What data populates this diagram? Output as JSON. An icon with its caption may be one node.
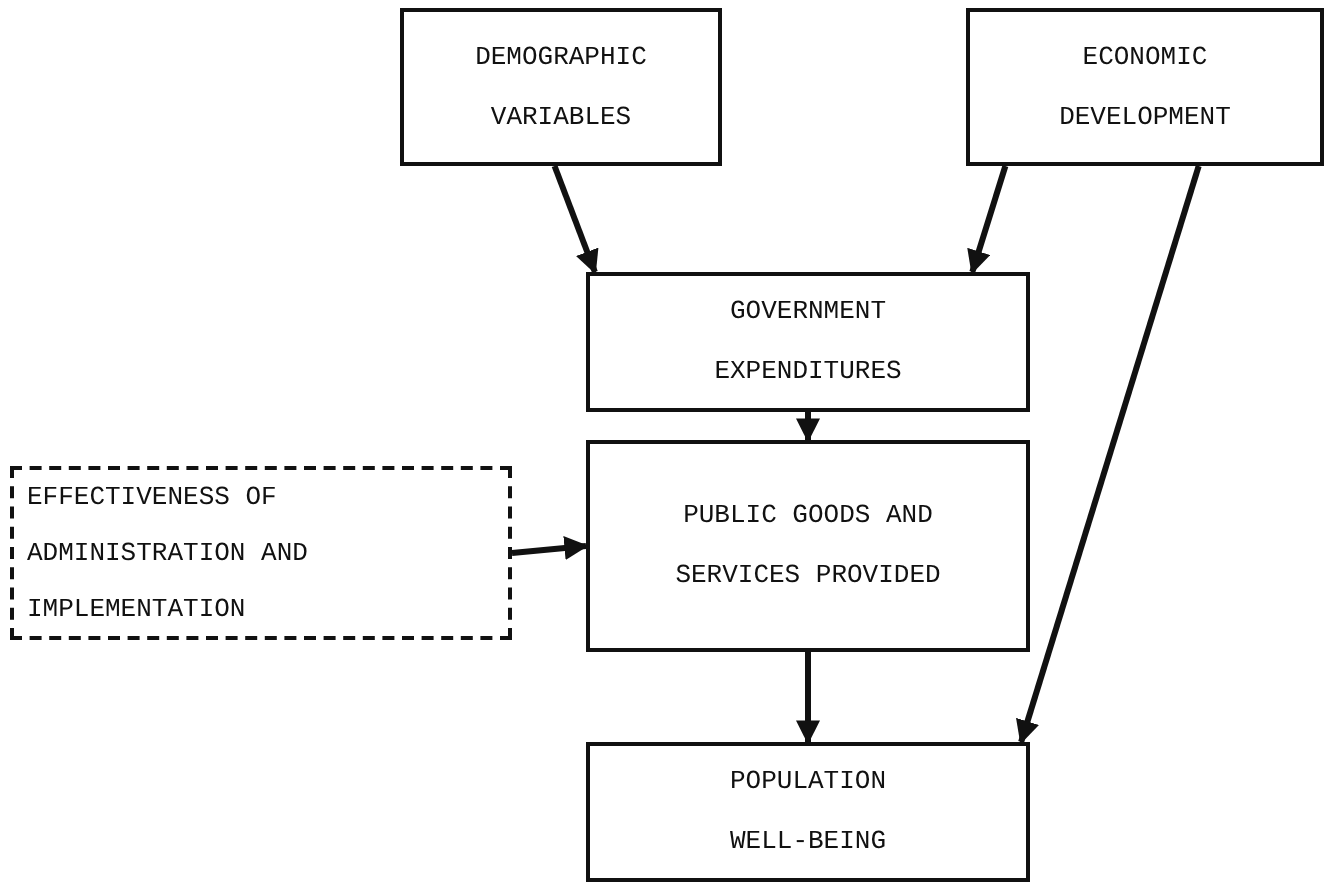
{
  "diagram": {
    "nodes": [
      {
        "text": [
          "DEMOGRAPHIC VARIABLES"
        ]
      },
      {
        "text": [
          "ECONOMIC DEVELOPMENT"
        ]
      },
      {
        "text": [
          "GOVERNMENT EXPENDITURES"
        ]
      },
      {
        "text": [
          "EFFECTIVENESS OF ADMINISTRATION AND IMPLEMENTATION"
        ]
      },
      {
        "text": [
          "PUBLIC GOODS AND SERVICES PROVIDED"
        ]
      },
      {
        "text": [
          "POPULATION WELL-BEING"
        ]
      }
    ],
    "edges": [
      {
        "from": 0,
        "to": 2,
        "arrow": "to"
      },
      {
        "from": 1,
        "to": 2,
        "arrow": "to"
      },
      {
        "from": 2,
        "to": 4,
        "arrow": "to"
      },
      {
        "from": 3,
        "to": 4,
        "arrow": "to"
      },
      {
        "from": 4,
        "to": 5,
        "arrow": "to"
      },
      {
        "from": 1,
        "to": 5,
        "arrow": "to"
      }
    ]
  }
}
